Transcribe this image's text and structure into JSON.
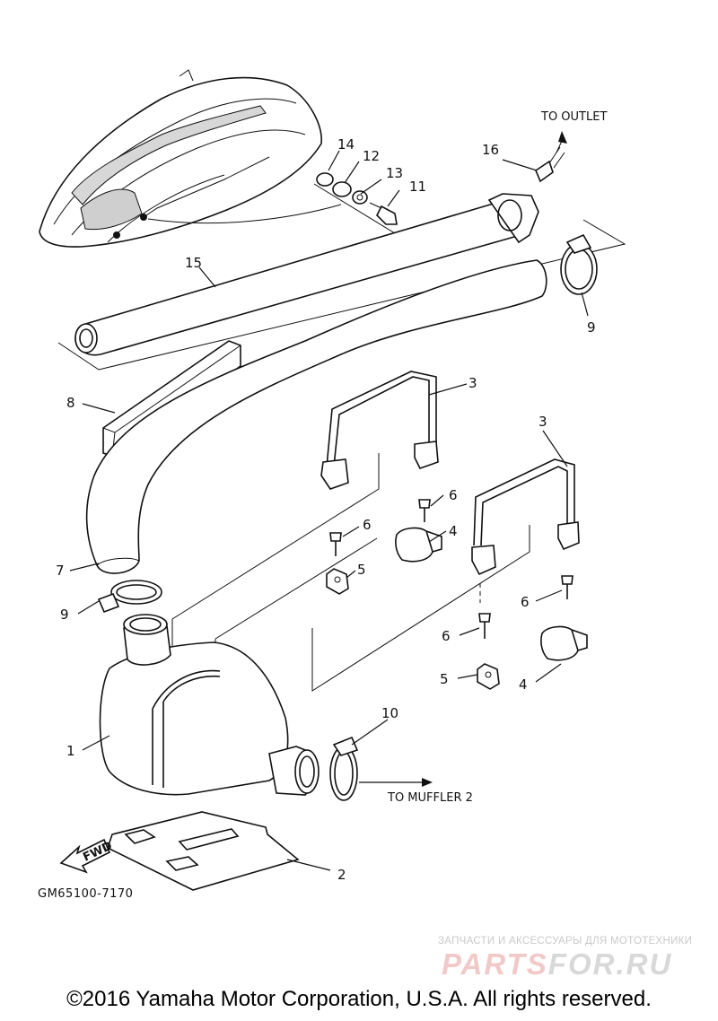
{
  "callouts": {
    "c1": "1",
    "c2": "2",
    "c3a": "3",
    "c3b": "3",
    "c4a": "4",
    "c4b": "4",
    "c5a": "5",
    "c5b": "5",
    "c6a": "6",
    "c6b": "6",
    "c6c": "6",
    "c6d": "6",
    "c7": "7",
    "c8": "8",
    "c9a": "9",
    "c9b": "9",
    "c10": "10",
    "c11": "11",
    "c12": "12",
    "c13": "13",
    "c14": "14",
    "c15": "15",
    "c16": "16"
  },
  "notes": {
    "to_outlet": "TO OUTLET",
    "to_muffler": "TO MUFFLER 2",
    "fwd": "FWD"
  },
  "diagram_code": "GM65100-7170",
  "copyright": "©2016 Yamaha Motor Corporation, U.S.A. All rights reserved.",
  "watermark": {
    "subtitle": "ЗАПЧАСТИ И АКСЕССУАРЫ ДЛЯ МОТОТЕХНИКИ",
    "logo_part1": "PARTS",
    "logo_part2": "FOR.RU"
  }
}
